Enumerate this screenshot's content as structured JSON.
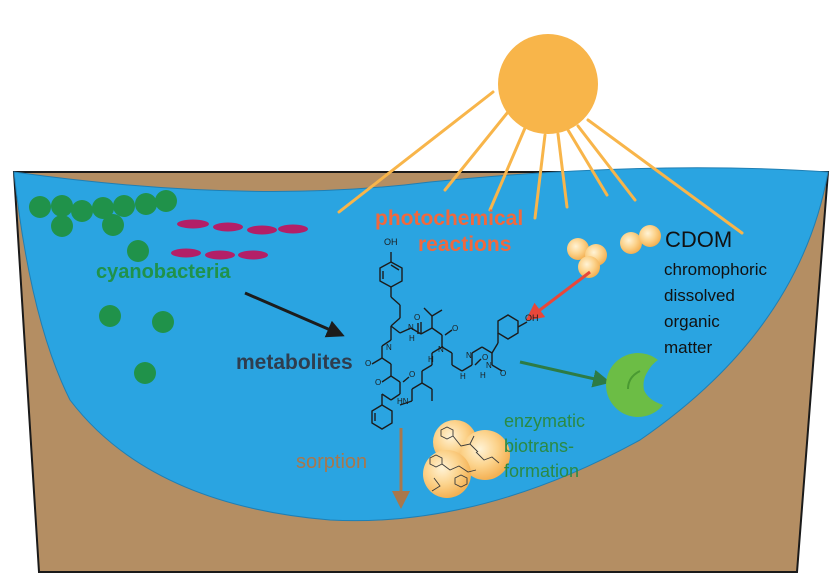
{
  "labels": {
    "cyanobacteria": "cyanobacteria",
    "metabolites": "metabolites",
    "photochemical_1": "photochemical",
    "photochemical_2": "reactions",
    "cdom_title": "CDOM",
    "cdom_1": "chromophoric",
    "cdom_2": "dissolved",
    "cdom_3": "organic",
    "cdom_4": "matter",
    "sorption": "sorption",
    "enzymatic_1": "enzymatic",
    "enzymatic_2": "biotrans-",
    "enzymatic_3": "formation",
    "structure_oh_top": "OH",
    "structure_oh_right": "OH",
    "structure_h1": "H",
    "structure_n1": "N",
    "structure_h2": "H",
    "structure_n2": "N",
    "structure_h3": "H",
    "structure_n3": "N",
    "structure_h4": "H",
    "structure_n4": "N",
    "structure_n5": "N",
    "structure_o1": "O",
    "structure_o2": "O",
    "structure_o3": "O",
    "structure_o4": "O",
    "structure_o5": "O",
    "structure_o6": "O",
    "structure_o7": "O",
    "structure_hn": "HN"
  },
  "colors": {
    "water": "#2aa4e1",
    "sediment": "#b48e63",
    "sun": "#f8b54a",
    "cyanobacteria": "#20924a",
    "red_algae": "#b31f67",
    "photochemical": "#f1683d",
    "metabolites": "#2f3d4e",
    "sorption": "#a9774b",
    "enzyme": "#6cbd45",
    "enzymatic_text": "#2a8a44",
    "particles": "#fbd58b"
  }
}
